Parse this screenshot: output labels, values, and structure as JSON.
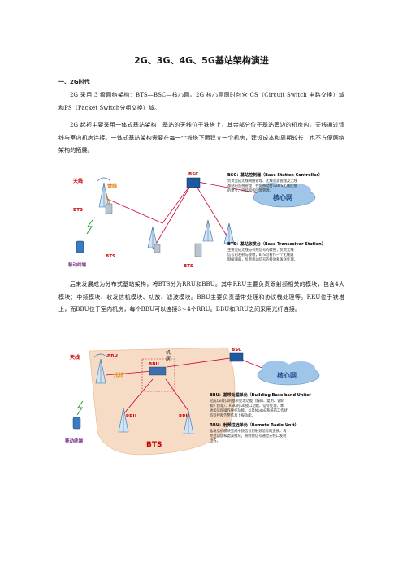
{
  "doc": {
    "title": "2G、3G、4G、5G基站架构演进",
    "section1": "一、2G时代",
    "p1": "2G 采用 3 级网络架构：BTS—BSC—核心网。2G 核心网同时包含 CS（Circuit Switch 电路交换）域和PS（Packet Switch分组交换）域。",
    "p2": "2G 起初主要采用一体式基站架构，基站的天线位于铁塔上，其余部分位于基站旁边的机房内。天线通过馈线与室内机房连接。一体式基站架构需要在每一个铁塔下面建立一个机房，建设成本和周期较长，也不方便网络架构的拓展。",
    "p3": "后来发展成为分布式基站架构，将BTS分为RRU和BBU。其中RRU主要负责跟射频相关的模块，包含4大模块：中频模块、收发信机模块、功放、滤波模块。BBU主要负责基带处理和协议栈处理等。RRU位于铁塔上，而BBU位于室内机房，每个BBU可以连接3～4个RRU。BBU和RRU之间采用光纤连接。"
  },
  "fig1": {
    "antenna": "天线",
    "feeder": "馈线",
    "bts": "BTS",
    "bsc": "BSC",
    "mobile": "移动终端",
    "core": "核心网",
    "bsc_title": "BSC：基站控制器（Base Station Controller）",
    "bsc_desc": [
      "负责完成无线网络管理、无线资源管理及无线",
      "基站的监视管理，控制移动台与BTS无线连接",
      "的建立、持续和拆除等管理。"
    ],
    "bts_title": "BTS：基站收发台（Base Transceiver Station）",
    "bts_desc": [
      "主要完成无线与有线信号的转换，负责无线",
      "信号的发射与接收，BTS可看作一个无线调",
      "制解调器，负责移动信号的接收和发送处理。"
    ]
  },
  "fig2": {
    "antenna": "天线",
    "rru": "RRU",
    "fiber": "光纤",
    "room": [
      "机",
      "房"
    ],
    "bbu": "BBU",
    "bts": "BTS",
    "bsc": "BSC",
    "mobile": "移动终端",
    "core": "核心网",
    "bbu_title": "BBU：基带处理单元（Building Base band Unite）",
    "bbu_desc": [
      "完成Uu接口的基带处理功能（编码、复用、调制",
      "和扩频等）、RNC的Iub接口功能、信令处理、本",
      "地和远程操作维护功能，以及NodeB系统的工作状",
      "态监控和告警信息上报功能。"
    ],
    "rru_title": "RRU：射频拉远单元（Remote Radio Unit）",
    "rru_desc": [
      "收发信机模块完成中频信号到射频信号的变换，再",
      "经过功放和滤波模块，将射频信号通过天线口发射",
      "出去。"
    ]
  }
}
